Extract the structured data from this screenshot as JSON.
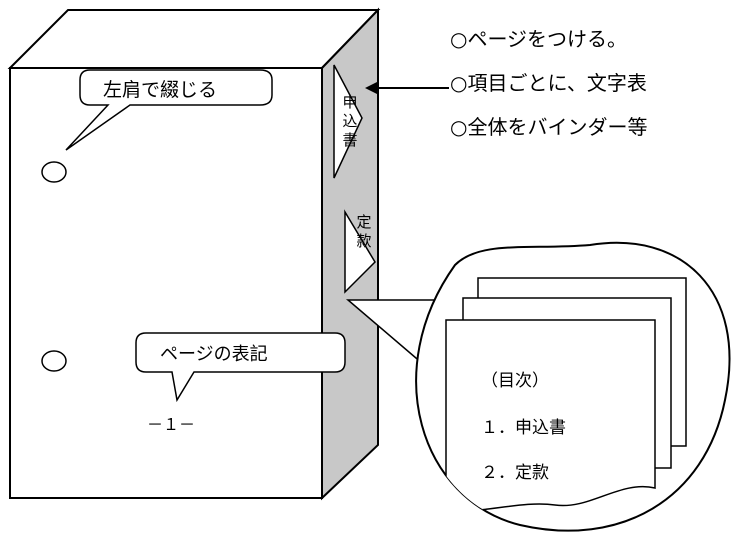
{
  "notes": [
    "○ページをつける。",
    "○項目ごとに、文字表",
    "○全体をバインダー等"
  ],
  "callouts": {
    "shoulder": "左肩で綴じる",
    "page_mark": "ページの表記"
  },
  "page_number": "－１－",
  "tabs": {
    "application": [
      "申",
      "込",
      "書"
    ],
    "articles": [
      "定",
      "款"
    ]
  },
  "toc": {
    "title": "（目次）",
    "item1": "１．申込書",
    "item2": "２．定款"
  }
}
